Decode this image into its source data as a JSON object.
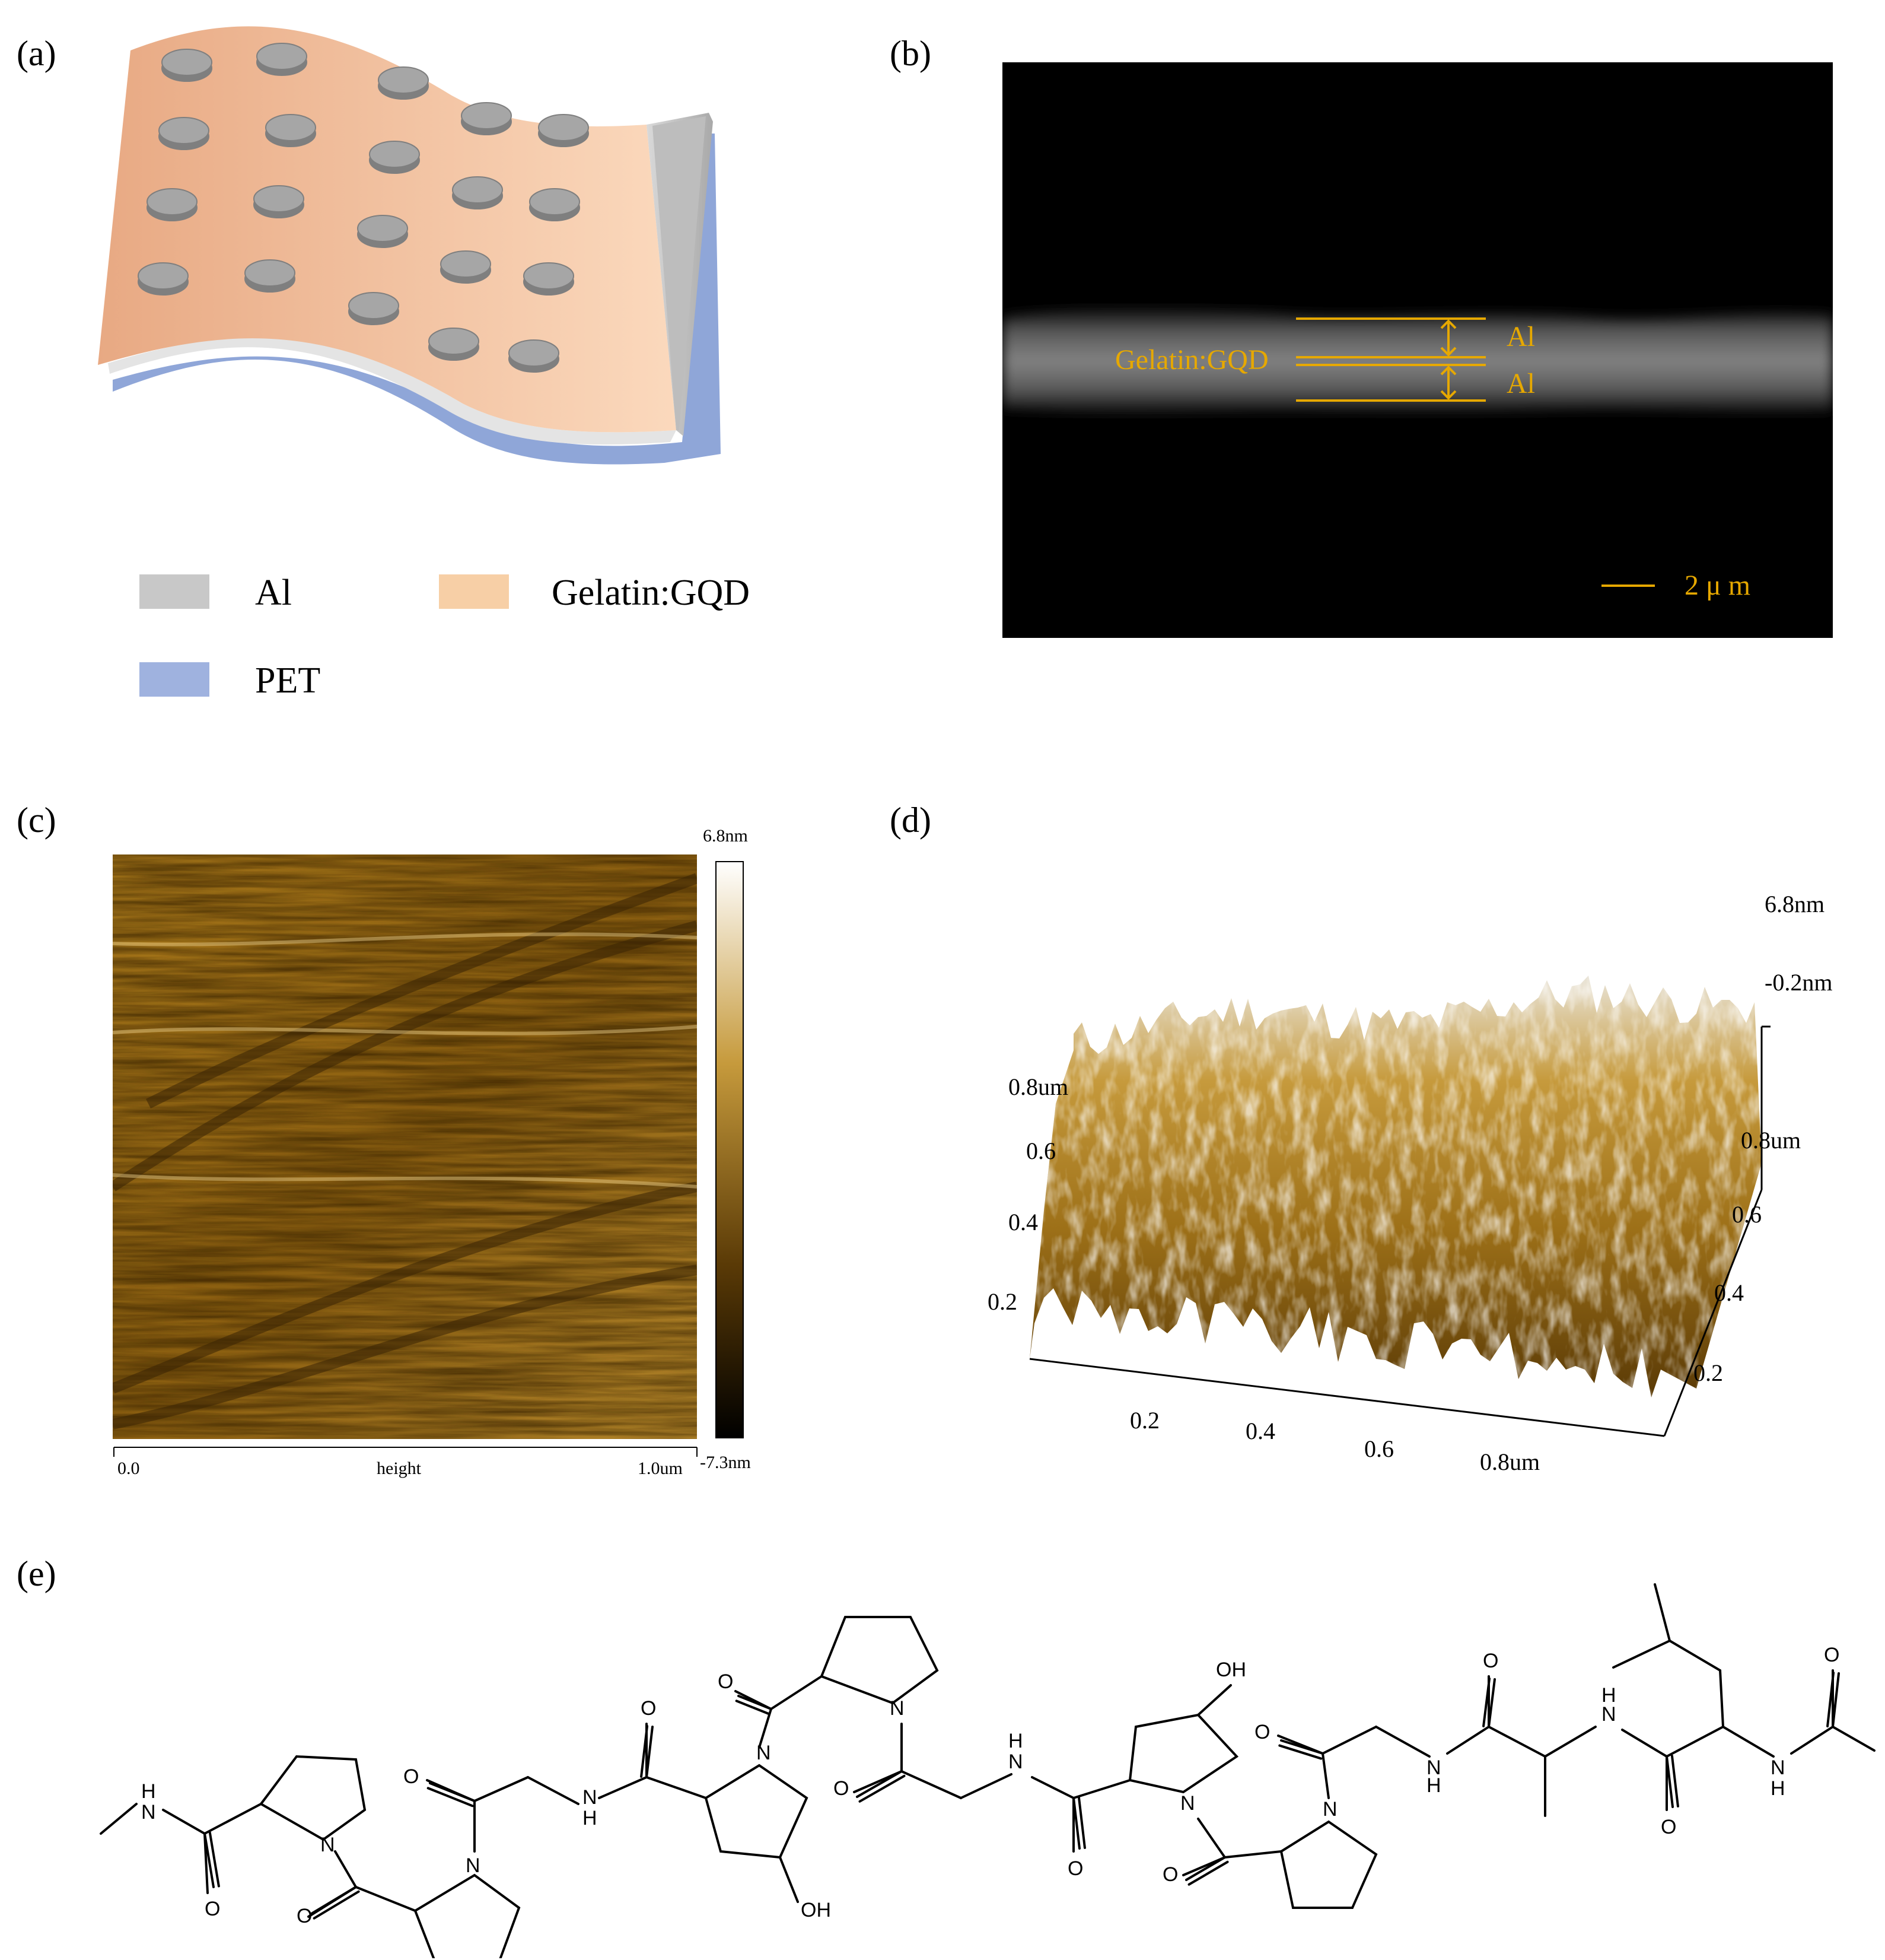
{
  "panels": {
    "a": {
      "letter": "(a)",
      "legend": {
        "al": {
          "label": "Al",
          "color": "#c8c8c8"
        },
        "gelatin": {
          "label": "Gelatin:GQD",
          "color": "#f7cfa6"
        },
        "pet": {
          "label": "PET",
          "color": "#9fb2df"
        }
      }
    },
    "b": {
      "letter": "(b)",
      "labels": {
        "layer": "Gelatin:GQD",
        "top": "Al",
        "bottom": "Al",
        "scale": "2 μ m"
      },
      "annotation_color": "#e6a800"
    },
    "c": {
      "letter": "(c)",
      "colorbar_max": "6.8nm",
      "colorbar_min": "-7.3nm",
      "x_start": "0.0",
      "x_label": "height",
      "x_end": "1.0um"
    },
    "d": {
      "letter": "(d)",
      "z_max": "6.8nm",
      "z_mid": "-0.2nm",
      "left_axis": [
        "0.8um",
        "0.6",
        "0.4",
        "0.2"
      ],
      "right_axis": [
        "0.8um",
        "0.6",
        "0.4",
        "0.2"
      ],
      "bottom_axis": [
        "0.2",
        "0.4",
        "0.6",
        "0.8um"
      ]
    },
    "e": {
      "letter": "(e)",
      "atoms": {
        "o": "O",
        "n": "N",
        "h": "H",
        "oh": "OH"
      }
    }
  },
  "icons": [
    "disc-electrode-icon",
    "flexible-substrate-icon"
  ]
}
